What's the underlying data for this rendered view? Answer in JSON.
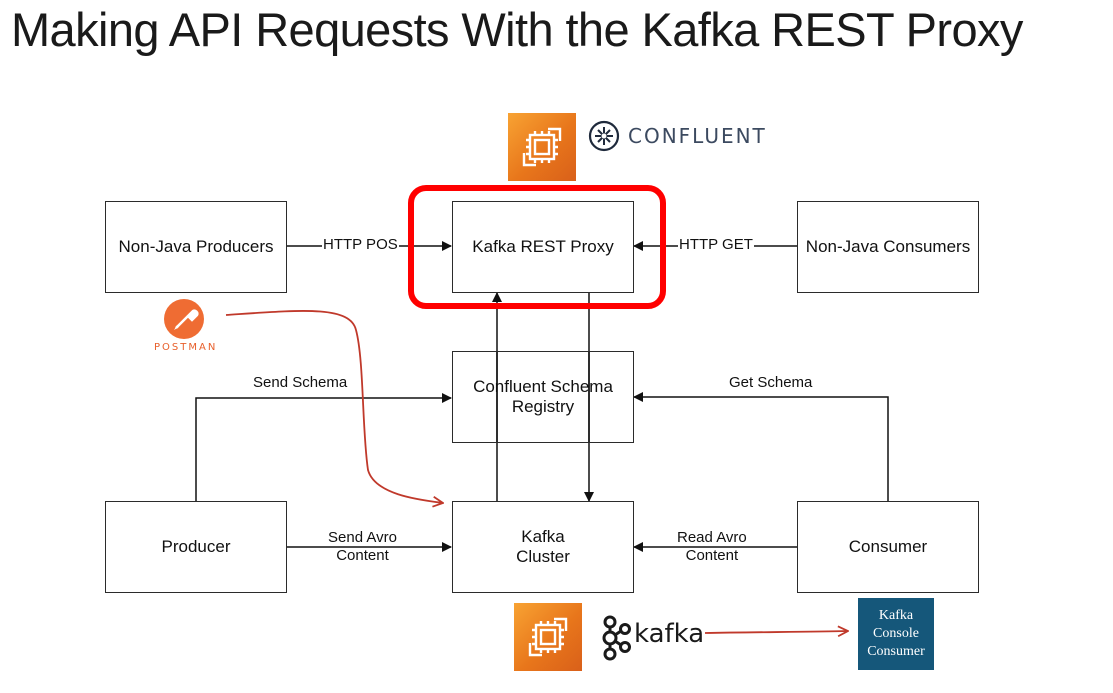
{
  "title": "Making API Requests With the Kafka REST Proxy",
  "boxes": {
    "non_java_producers": "Non-Java Producers",
    "kafka_rest_proxy": "Kafka REST Proxy",
    "non_java_consumers": "Non-Java Consumers",
    "schema_registry_line1": "Confluent Schema",
    "schema_registry_line2": "Registry",
    "producer": "Producer",
    "kafka_cluster_line1": "Kafka",
    "kafka_cluster_line2": "Cluster",
    "consumer": "Consumer"
  },
  "edge_labels": {
    "http_post": "HTTP POS",
    "http_get": "HTTP GET",
    "send_schema": "Send Schema",
    "get_schema": "Get Schema",
    "send_avro_line1": "Send Avro",
    "send_avro_line2": "Content",
    "read_avro_line1": "Read Avro",
    "read_avro_line2": "Content"
  },
  "logos": {
    "confluent": "CONFLUENT",
    "postman": "POSTMAN",
    "kafka": "kafka",
    "console_line1": "Kafka",
    "console_line2": "Console",
    "console_line3": "Consumer"
  },
  "colors": {
    "highlight": "#ff0000",
    "aws_orange": "#e8761b",
    "postman_orange": "#ef6c33",
    "console_blue": "#15577a",
    "annotation_red": "#c0392b"
  },
  "icons": [
    "aws-ec2-icon",
    "confluent-logo-icon",
    "postman-logo-icon",
    "kafka-logo-icon"
  ]
}
